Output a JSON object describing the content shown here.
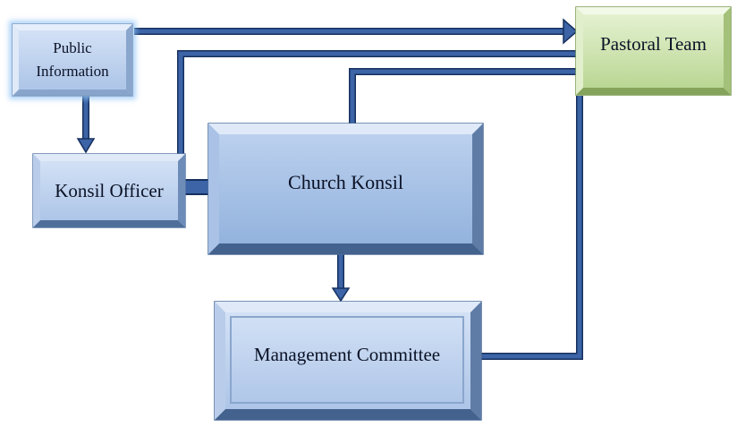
{
  "nodes": {
    "public_information": {
      "label": "Public\nInformation"
    },
    "konsil_officer": {
      "label": "Konsil Officer"
    },
    "church_konsil": {
      "label": "Church Konsil"
    },
    "pastoral_team": {
      "label": "Pastoral Team"
    },
    "management_committee": {
      "label": "Management Committee"
    }
  },
  "colors": {
    "box_light": "#c6d8f2",
    "box_dark": "#5f7ca6",
    "pastoral_light": "#d9ecbf",
    "pastoral_dark": "#8aa85c",
    "connector": "#3c64a6",
    "connector_outline": "#16305e"
  }
}
